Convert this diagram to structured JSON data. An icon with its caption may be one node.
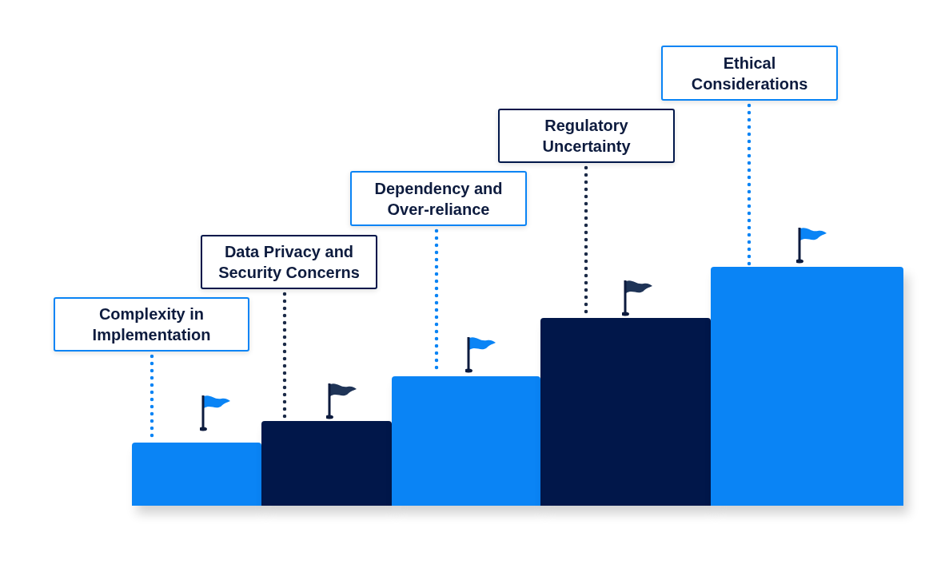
{
  "diagram": {
    "nodes": [
      {
        "text": [
          "Complexity in Implementation"
        ]
      },
      {
        "text": [
          "Data Privacy and Security Concerns"
        ]
      },
      {
        "text": [
          "Dependency and Over-reliance"
        ]
      },
      {
        "text": [
          "Regulatory Uncertainty"
        ]
      },
      {
        "text": [
          "Ethical Considerations"
        ]
      },
      {
        "text": [],
        "shape": "bar"
      },
      {
        "text": [],
        "shape": "bar"
      },
      {
        "text": [],
        "shape": "bar"
      },
      {
        "text": [],
        "shape": "bar"
      },
      {
        "text": [],
        "shape": "bar"
      }
    ],
    "edges": [
      {
        "from": 0,
        "to": 5,
        "arrow": "none",
        "style": "dashed"
      },
      {
        "from": 1,
        "to": 6,
        "arrow": "none",
        "style": "dashed",
        "color": "#1b2a47"
      },
      {
        "from": 2,
        "to": 7,
        "arrow": "none",
        "style": "dashed"
      },
      {
        "from": 3,
        "to": 8,
        "arrow": "none",
        "style": "dashed",
        "color": "#1b2a47"
      },
      {
        "from": 4,
        "to": 9,
        "arrow": "none",
        "style": "dashed"
      }
    ]
  }
}
